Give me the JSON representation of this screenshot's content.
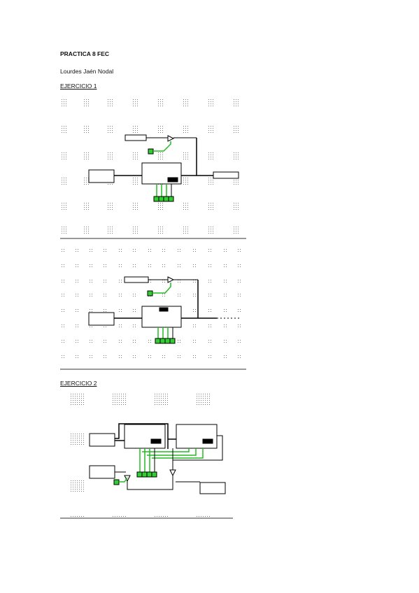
{
  "document": {
    "title": "PRACTICA 8 FEC",
    "author": "Lourdes Jaén Nodal",
    "sections": [
      {
        "heading": "EJERCICIO 1"
      },
      {
        "heading": "EJERCICIO 2"
      }
    ]
  },
  "colors": {
    "wire": "#000000",
    "active_wire": "#22bb22",
    "pin_fill": "#33cc33",
    "ink": "#111111"
  }
}
